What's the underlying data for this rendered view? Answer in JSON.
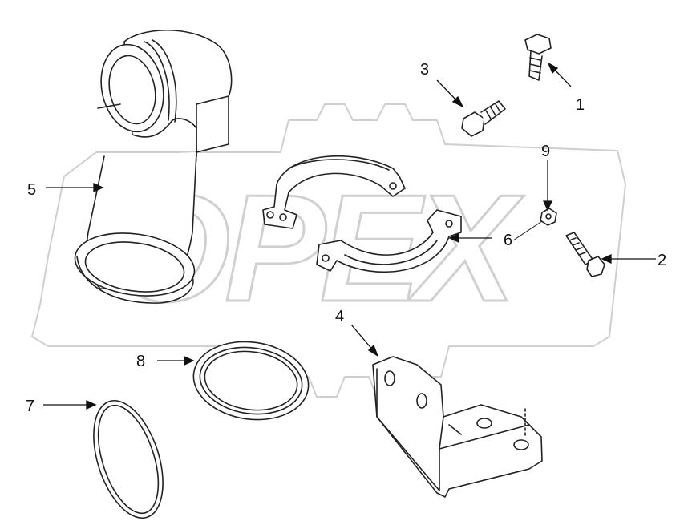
{
  "watermark": {
    "text": "OPEX"
  },
  "callouts": {
    "c1": "1",
    "c2": "2",
    "c3": "3",
    "c4": "4",
    "c5": "5",
    "c6": "6",
    "c7": "7",
    "c8": "8",
    "c9": "9"
  },
  "colors": {
    "line": "#222222",
    "watermark": "#d8d8d8",
    "fill": "#ffffff"
  }
}
